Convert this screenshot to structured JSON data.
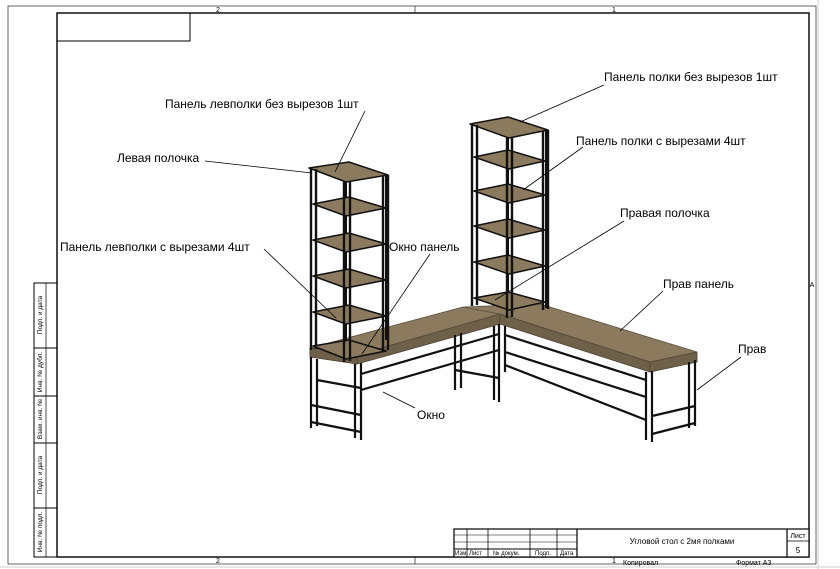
{
  "sheet": {
    "zones": {
      "top_left": "2",
      "top_right": "1",
      "bottom_left": "2",
      "bottom_right": "1",
      "right_edge": "A"
    }
  },
  "side_strip": {
    "labels": [
      "Подп. и дата",
      "Инв. № дубл.",
      "Взам. инв. №",
      "Подп. и дата",
      "Инв. № подл."
    ]
  },
  "callouts": [
    {
      "id": "left-top-panel",
      "text": "Панель левполки без вырезов  1шт"
    },
    {
      "id": "left-shelf",
      "text": "Левая полочка"
    },
    {
      "id": "left-cut-panels",
      "text": "Панель левполки с вырезами 4шт"
    },
    {
      "id": "window-panel",
      "text": "Окно панель"
    },
    {
      "id": "window",
      "text": "Окно"
    },
    {
      "id": "right-top-panel",
      "text": "Панель полки без вырезов  1шт"
    },
    {
      "id": "right-cut-panels",
      "text": "Панель полки с вырезами 4шт"
    },
    {
      "id": "right-shelf",
      "text": "Правая полочка"
    },
    {
      "id": "right-panel",
      "text": "Прав панель"
    },
    {
      "id": "right",
      "text": "Прав"
    }
  ],
  "title_block": {
    "title": "Угловой стол с 2мя полками",
    "sheet_label": "Лист",
    "sheet_number": "5",
    "columns": [
      "Изм.",
      "Лист",
      "№ докум.",
      "Подп.",
      "Дата"
    ],
    "copied_by": "Копировал",
    "format": "Формат А3"
  },
  "colors": {
    "frame": "#000000",
    "wood": "#8b7a5e",
    "wood_edge": "#5c5040",
    "steel": "#111111"
  }
}
